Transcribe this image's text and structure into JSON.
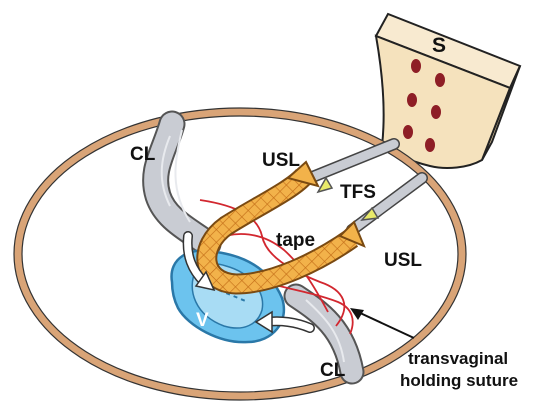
{
  "labels": {
    "s": "S",
    "cl_top": "CL",
    "usl_top": "USL",
    "tfs": "TFS",
    "tape": "tape",
    "usl_right": "USL",
    "v": "V",
    "cl_bottom": "CL",
    "note_line1": "transvaginal",
    "note_line2": "holding suture"
  },
  "colors": {
    "pelvic_ring": "#d9a477",
    "ligament": "#c9ccd3",
    "vagina": "#6cc3ee",
    "vagina_outline": "#2a78a8",
    "tape": "#f2b24a",
    "tape_mesh": "#c46e18",
    "sacrum": "#f5e2bd",
    "sacrum_dots": "#8e1e26",
    "suture": "#d2272f",
    "tfs_anchor": "#e9ea6a",
    "arrow": "#ffffff"
  }
}
